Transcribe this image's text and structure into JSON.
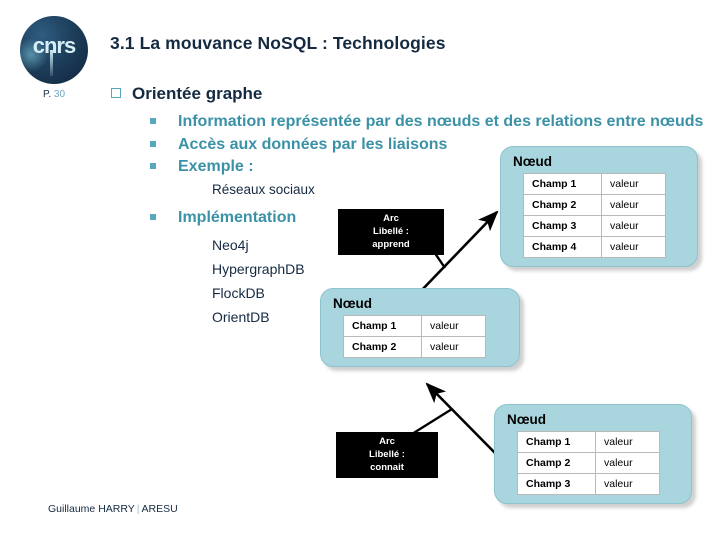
{
  "slide": {
    "title": "3.1  La mouvance NoSQL : Technologies",
    "page_label_prefix": "P.",
    "page_number": "30",
    "logo_wordmark": "cnrs",
    "footer_author": "Guillaume HARRY",
    "footer_separator": "|",
    "footer_org": "ARESU",
    "colors": {
      "title": "#152a41",
      "accent_teal": "#3b92a7",
      "bullet_teal": "#57a8bd",
      "node_fill": "#a9d6de",
      "node_border": "#8cc3cd",
      "arc_fill": "#000000",
      "page_number": "#6aa9bd"
    }
  },
  "bullets": {
    "level1": "Orientée graphe",
    "level2": [
      "Information représentée par des nœuds et des relations entre nœuds",
      "Accès aux données par les liaisons",
      "Exemple :",
      "Implémentation"
    ],
    "example_text": "Réseaux sociaux",
    "implementations": [
      "Neo4j",
      "HypergraphDB",
      "FlockDB",
      "OrientDB"
    ]
  },
  "diagram": {
    "nodes": [
      {
        "title": "Nœud",
        "rows": [
          {
            "field": "Champ 1",
            "value": "valeur"
          },
          {
            "field": "Champ 2",
            "value": "valeur"
          },
          {
            "field": "Champ 3",
            "value": "valeur"
          },
          {
            "field": "Champ 4",
            "value": "valeur"
          }
        ]
      },
      {
        "title": "Nœud",
        "rows": [
          {
            "field": "Champ 1",
            "value": "valeur"
          },
          {
            "field": "Champ 2",
            "value": "valeur"
          }
        ]
      },
      {
        "title": "Nœud",
        "rows": [
          {
            "field": "Champ 1",
            "value": "valeur"
          },
          {
            "field": "Champ 2",
            "value": "valeur"
          },
          {
            "field": "Champ 3",
            "value": "valeur"
          }
        ]
      }
    ],
    "arcs": [
      {
        "line1": "Arc",
        "line2": "Libellé :",
        "line3": "apprend"
      },
      {
        "line1": "Arc",
        "line2": "Libellé :",
        "line3": "connait"
      }
    ]
  }
}
